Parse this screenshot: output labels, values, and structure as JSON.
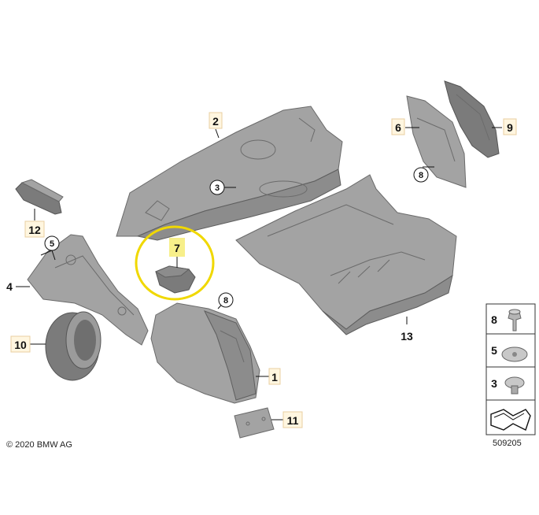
{
  "diagram": {
    "callouts": [
      {
        "id": "c1",
        "label": "1"
      },
      {
        "id": "c2",
        "label": "2"
      },
      {
        "id": "c3",
        "label": "3"
      },
      {
        "id": "c4",
        "label": "4"
      },
      {
        "id": "c5",
        "label": "5"
      },
      {
        "id": "c6",
        "label": "6"
      },
      {
        "id": "c7",
        "label": "7"
      },
      {
        "id": "c8a",
        "label": "8"
      },
      {
        "id": "c8b",
        "label": "8"
      },
      {
        "id": "c9",
        "label": "9"
      },
      {
        "id": "c10",
        "label": "10"
      },
      {
        "id": "c11",
        "label": "11"
      },
      {
        "id": "c12",
        "label": "12"
      },
      {
        "id": "c13",
        "label": "13"
      }
    ],
    "legend": [
      {
        "label": "8"
      },
      {
        "label": "5"
      },
      {
        "label": "3"
      }
    ],
    "highlight_color": "#f0d800",
    "copyright": "© 2020 BMW AG",
    "diagram_number": "509205"
  }
}
